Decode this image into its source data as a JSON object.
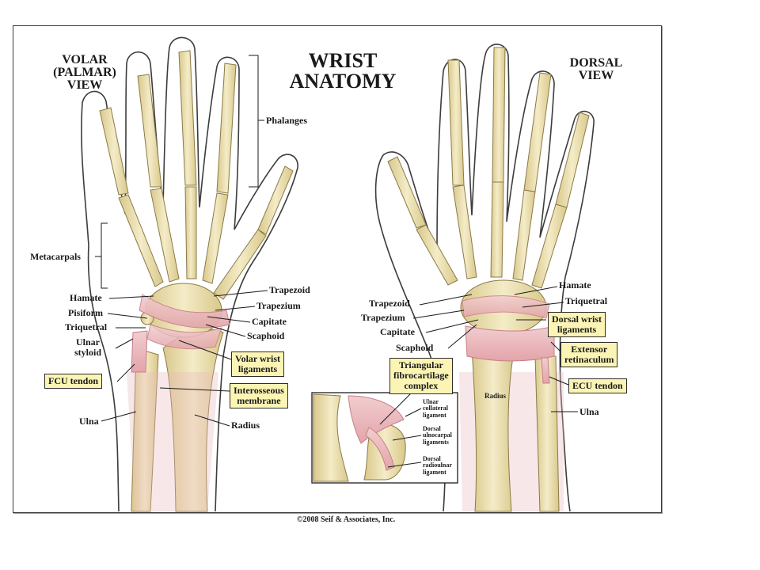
{
  "colors": {
    "bone": "#ecdfa9",
    "bone_outline": "#8a7a48",
    "ligament": "#e9b9bd",
    "ligament_stroke": "#c97f86",
    "skin_outline": "#3c3c3c",
    "label_box": "#fbf4b4"
  },
  "diagram": {
    "title_line1": "WRIST",
    "title_line2": "ANATOMY",
    "volar_title": [
      "VOLAR",
      "(PALMAR)",
      "VIEW"
    ],
    "dorsal_title": [
      "DORSAL",
      "VIEW"
    ],
    "volar_labels": {
      "phalanges": "Phalanges",
      "metacarpals": "Metacarpals",
      "hamate": "Hamate",
      "pisiform": "Pisiform",
      "triquetral": "Triquetral",
      "ulnar_styloid": [
        "Ulnar",
        "styloid"
      ],
      "fcu_tendon": "FCU tendon",
      "ulna": "Ulna",
      "trapezoid": "Trapezoid",
      "trapezium": "Trapezium",
      "capitate": "Capitate",
      "scaphoid": "Scaphoid",
      "volar_wrist_ligaments": [
        "Volar wrist",
        "ligaments"
      ],
      "interosseous_membrane": [
        "Interosseous",
        "membrane"
      ],
      "radius": "Radius"
    },
    "dorsal_labels": {
      "hamate": "Hamate",
      "triquetral": "Triquetral",
      "trapezoid": "Trapezoid",
      "trapezium": "Trapezium",
      "capitate": "Capitate",
      "scaphoid": "Scaphoid",
      "dorsal_wrist_ligaments": [
        "Dorsal wrist",
        "ligaments"
      ],
      "extensor_retinaculum": [
        "Extensor",
        "retinaculum"
      ],
      "ecu_tendon": "ECU tendon",
      "tfcc": [
        "Triangular",
        "fibrocartilage",
        "complex"
      ],
      "radius": "Radius",
      "ulna": "Ulna"
    },
    "inset_labels": {
      "ulnar_collateral": [
        "Ulnar",
        "collateral",
        "ligament"
      ],
      "dorsal_ulnocarpal": [
        "Dorsal",
        "ulnocarpal",
        "ligaments"
      ],
      "dorsal_radioulnar": [
        "Dorsal",
        "radioulnar",
        "ligament"
      ]
    },
    "copyright": "©2008 Seif & Associates, Inc."
  }
}
